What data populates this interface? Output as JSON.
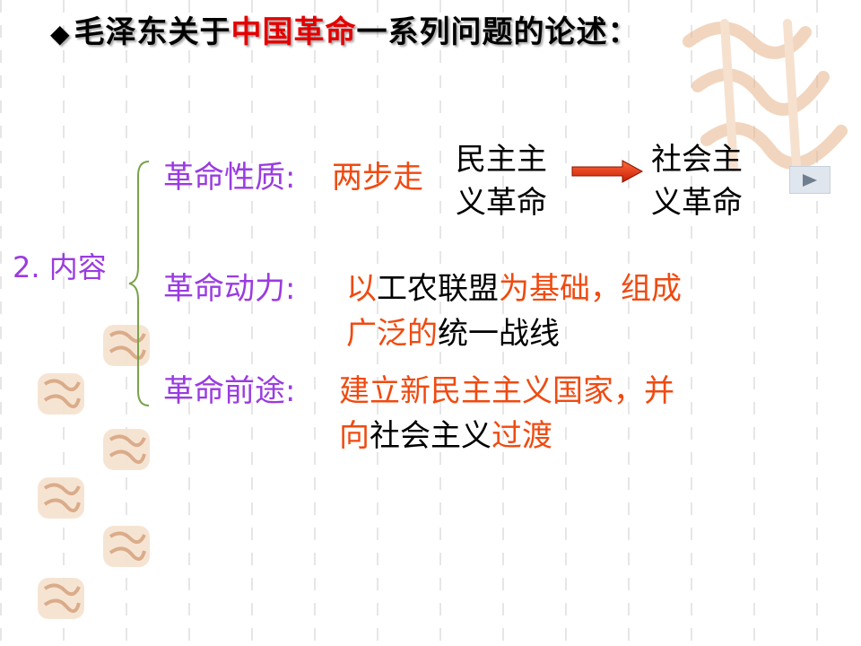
{
  "title": {
    "bullet": "◆",
    "part1": "毛泽东关于",
    "part2": "中国革命",
    "part3": "一系列问题的论述："
  },
  "content": {
    "section_label": "2. 内容",
    "nature": {
      "label": "革命性质:",
      "value": "两步走",
      "step1_line1": "民主主",
      "step1_line2": "义革命",
      "step2_line1": "社会主",
      "step2_line2": "义革命"
    },
    "force": {
      "label": "革命动力:",
      "line1_a": "以",
      "line1_b": "工农联盟",
      "line1_c": "为基础，组成",
      "line2_a": "广泛的",
      "line2_b": "统一战线"
    },
    "future": {
      "label": "革命前途:",
      "line1": "建立新民主主义国家，并",
      "line2_a": "向",
      "line2_b": "社会主义",
      "line2_c": "过渡"
    }
  },
  "navigation": {
    "next_icon": "play-triangle-icon"
  },
  "colors": {
    "purple": "#9a3be0",
    "orange": "#f04a10",
    "title_red": "#e40000",
    "arrow_red": "#e8331a"
  }
}
